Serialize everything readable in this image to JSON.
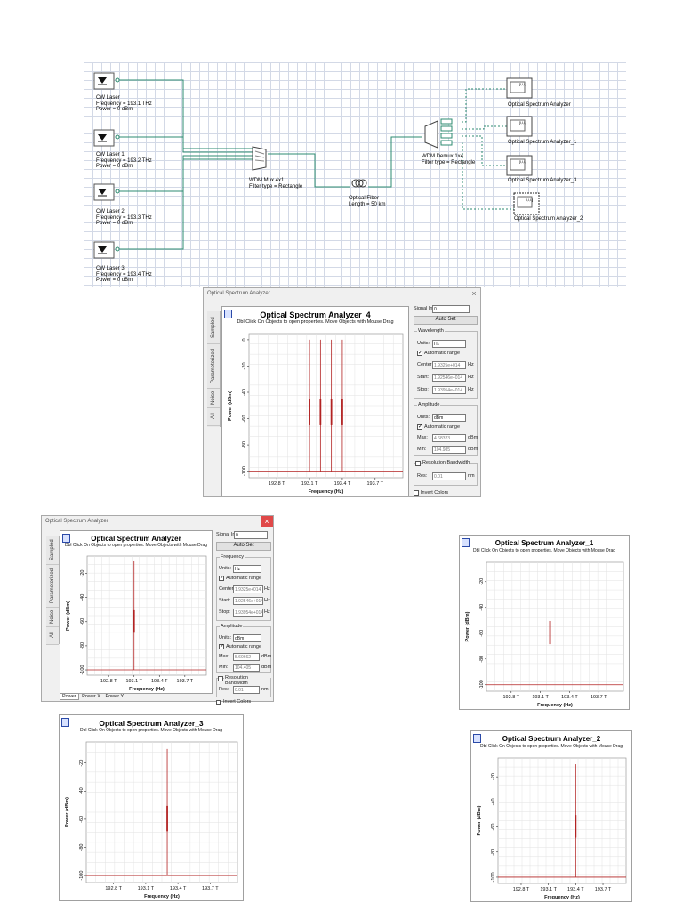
{
  "schematic": {
    "lasers": [
      {
        "name": "CW Laser",
        "freq": "Frequency = 193.1  THz",
        "power": "Power = 0  dBm"
      },
      {
        "name": "CW Laser 1",
        "freq": "Frequency = 193.2  THz",
        "power": "Power = 0  dBm"
      },
      {
        "name": "CW Laser 2",
        "freq": "Frequency = 193.3  THz",
        "power": "Power = 0  dBm"
      },
      {
        "name": "CW Laser 3",
        "freq": "Frequency = 193.4  THz",
        "power": "Power = 0  dBm"
      }
    ],
    "mux": {
      "name": "WDM Mux 4x1",
      "filter": "Filter type = Rectangle"
    },
    "fiber": {
      "name": "Optical Fiber",
      "length": "Length = 50  km"
    },
    "demux": {
      "name": "WDM Demux 1x4",
      "filter": "Filter type = Rectangle"
    },
    "osa_names": [
      "Optical Spectrum Analyzer",
      "Optical Spectrum Analyzer_1",
      "Optical Spectrum Analyzer_3",
      "Optical Spectrum Analyzer_2"
    ],
    "osa_icon_label": "[l,l,l,]"
  },
  "common": {
    "subtitle": "Dbl Click On Objects to open properties.  Move Objects with Mouse Drag",
    "xlabel": "Frequency (Hz)",
    "ylabel": "Power (dBm)",
    "side_tabs": [
      "Sampled",
      "Parameterized",
      "Noise",
      "All"
    ],
    "signal_index_label": "Signal Index:",
    "signal_index_value": "0",
    "auto_set": "Auto Set",
    "units_label": "Units:",
    "auto_range": "Automatic range",
    "center": "Center:",
    "start": "Start:",
    "stop": "Stop:",
    "hz": "Hz",
    "amplitude": "Amplitude",
    "dbm": "dBm",
    "max": "Max:",
    "min": "Min:",
    "res_bw": "Resolution Bandwidth",
    "res": "Res:",
    "nm": "nm",
    "res_value": "0.01",
    "invert": "Invert Colors",
    "bottom_tabs": [
      "Power",
      "Power X",
      "Power Y"
    ]
  },
  "analyzers": {
    "a4": {
      "window_title": "Optical Spectrum Analyzer",
      "title": "Optical Spectrum Analyzer_4",
      "domain_group": "Wavelength",
      "center_val": "1.9325e+014",
      "start_val": "1.92546e+014",
      "stop_val": "1.93954e+014",
      "max_val": "4.68323",
      "min_val": "104.985"
    },
    "a0": {
      "window_title": "Optical Spectrum Analyzer",
      "title": "Optical Spectrum Analyzer",
      "domain_group": "Frequency",
      "center_val": "1.9325e+014",
      "start_val": "1.92546e+014",
      "stop_val": "1.93954e+014",
      "max_val": "5.60662",
      "min_val": "104.405"
    },
    "a1": {
      "title": "Optical Spectrum Analyzer_1"
    },
    "a3": {
      "title": "Optical Spectrum Analyzer_3"
    },
    "a2": {
      "title": "Optical Spectrum Analyzer_2"
    }
  },
  "chart_data": [
    {
      "type": "line",
      "title": "Optical Spectrum Analyzer_4",
      "xlabel": "Frequency (Hz)",
      "ylabel": "Power (dBm)",
      "x_ticks": [
        "192.8 T",
        "193.1 T",
        "193.4 T",
        "193.7 T"
      ],
      "y_ticks": [
        "0",
        "-20",
        "-40",
        "-60",
        "-80",
        "-100"
      ],
      "xlim": [
        192.546,
        193.954
      ],
      "ylim": [
        -104.985,
        4.68
      ],
      "peaks": [
        {
          "x": 193.1,
          "y": 0
        },
        {
          "x": 193.2,
          "y": 0
        },
        {
          "x": 193.3,
          "y": 0
        },
        {
          "x": 193.4,
          "y": 0
        }
      ],
      "noise_floor": -100,
      "color": "#b22222"
    },
    {
      "type": "line",
      "title": "Optical Spectrum Analyzer",
      "xlabel": "Frequency (Hz)",
      "ylabel": "Power (dBm)",
      "x_ticks": [
        "192.8 T",
        "193.1 T",
        "193.4 T",
        "193.7 T"
      ],
      "y_ticks": [
        "-20",
        "-40",
        "-60",
        "-80",
        "-100"
      ],
      "xlim": [
        192.546,
        193.954
      ],
      "ylim": [
        -104.405,
        -5.6
      ],
      "peaks": [
        {
          "x": 193.1,
          "y": -10
        }
      ],
      "noise_floor": -100,
      "color": "#b22222"
    },
    {
      "type": "line",
      "title": "Optical Spectrum Analyzer_1",
      "xlabel": "Frequency (Hz)",
      "ylabel": "Power (dBm)",
      "x_ticks": [
        "192.8 T",
        "193.1 T",
        "193.4 T",
        "193.7 T"
      ],
      "y_ticks": [
        "-20",
        "-40",
        "-60",
        "-80",
        "-100"
      ],
      "xlim": [
        192.546,
        193.954
      ],
      "ylim": [
        -105,
        -5
      ],
      "peaks": [
        {
          "x": 193.2,
          "y": -10
        }
      ],
      "noise_floor": -100,
      "color": "#b22222"
    },
    {
      "type": "line",
      "title": "Optical Spectrum Analyzer_3",
      "xlabel": "Frequency (Hz)",
      "ylabel": "Power (dBm)",
      "x_ticks": [
        "192.8 T",
        "193.1 T",
        "193.4 T",
        "193.7 T"
      ],
      "y_ticks": [
        "-20",
        "-40",
        "-60",
        "-80",
        "-100"
      ],
      "xlim": [
        192.546,
        193.954
      ],
      "ylim": [
        -105,
        -5
      ],
      "peaks": [
        {
          "x": 193.3,
          "y": -10
        }
      ],
      "noise_floor": -100,
      "color": "#b22222"
    },
    {
      "type": "line",
      "title": "Optical Spectrum Analyzer_2",
      "xlabel": "Frequency (Hz)",
      "ylabel": "Power (dBm)",
      "x_ticks": [
        "192.8 T",
        "193.1 T",
        "193.4 T",
        "193.7 T"
      ],
      "y_ticks": [
        "-20",
        "-40",
        "-60",
        "-80",
        "-100"
      ],
      "xlim": [
        192.546,
        193.954
      ],
      "ylim": [
        -105,
        -5
      ],
      "peaks": [
        {
          "x": 193.4,
          "y": -10
        }
      ],
      "noise_floor": -100,
      "color": "#b22222"
    }
  ]
}
